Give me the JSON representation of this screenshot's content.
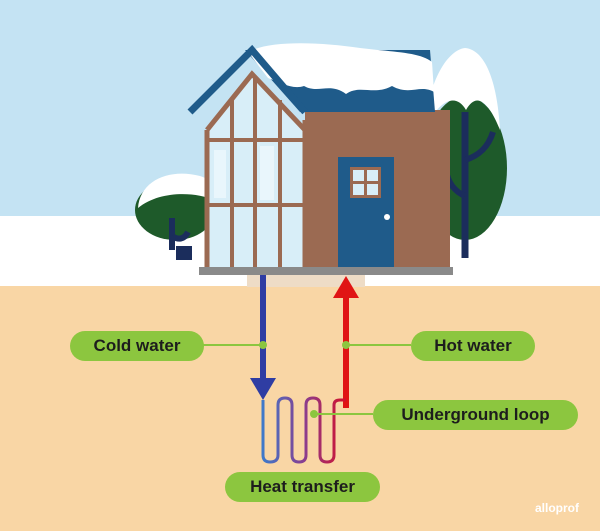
{
  "labels": {
    "cold_water": "Cold water",
    "hot_water": "Hot water",
    "underground_loop": "Underground loop",
    "heat_transfer": "Heat transfer"
  },
  "logo": "alloprof",
  "colors": {
    "sky": "#c4e3f3",
    "snow": "#ffffff",
    "ground": "#f9d6a5",
    "label_bg": "#8cc63f",
    "cold_pipe": "#2f3da3",
    "hot_pipe": "#e01414",
    "roof": "#1f5b8a",
    "wall": "#9b6a52",
    "door": "#1f5b8a",
    "tree": "#1e5a2a",
    "trunk": "#1b2d5c"
  }
}
